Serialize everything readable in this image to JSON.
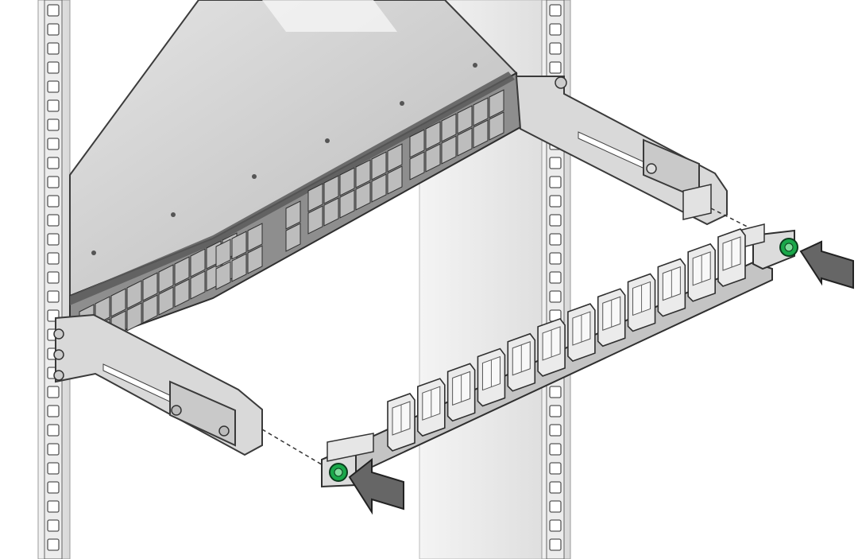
{
  "figure": {
    "caption": "",
    "colors": {
      "background": "#ffffff",
      "rack_rail": "#e6e6e6",
      "rail_slot": "#ffffff",
      "rail_outline": "#4a4a4a",
      "chassis_top": "#cfcfcf",
      "chassis_edge": "#3c3c3c",
      "bezel": "#9a9a9a",
      "port_cage": "#b9b9b9",
      "bracket": "#d6d6d6",
      "cable_bar": "#c4c4c4",
      "cable_clip": "#e8e8e8",
      "thumbscrew": "#1aa84a",
      "arrow": "#555555",
      "leader_line": "#333333"
    },
    "components": [
      {
        "id": "left-rack-rail",
        "icon": "rack-rail"
      },
      {
        "id": "right-rack-rail",
        "icon": "rack-rail"
      },
      {
        "id": "rear-rack-post",
        "icon": "rack-post"
      },
      {
        "id": "switch-chassis",
        "icon": "network-switch"
      },
      {
        "id": "left-mounting-bracket",
        "icon": "bracket"
      },
      {
        "id": "right-mounting-bracket",
        "icon": "bracket"
      },
      {
        "id": "cable-management-bar",
        "icon": "cable-bar"
      },
      {
        "id": "left-thumbscrew",
        "icon": "green-thumbscrew"
      },
      {
        "id": "right-thumbscrew",
        "icon": "green-thumbscrew"
      },
      {
        "id": "left-insert-arrow",
        "icon": "push-arrow"
      },
      {
        "id": "right-insert-arrow",
        "icon": "push-arrow"
      }
    ],
    "cable_clip_count": 12,
    "port_group_count": 5
  }
}
